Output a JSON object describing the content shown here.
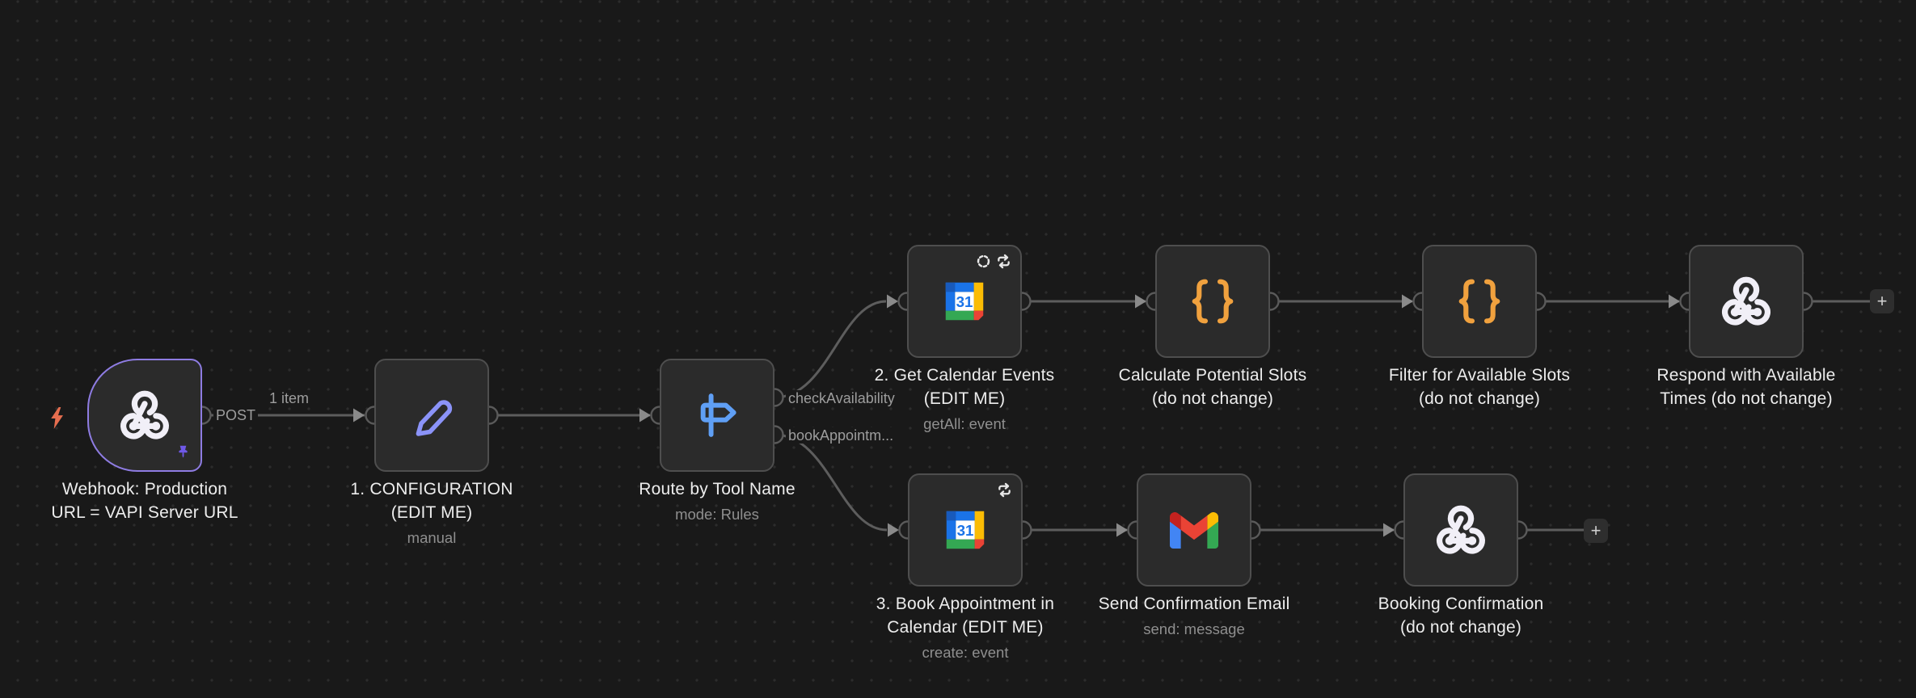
{
  "workflow": {
    "canvas": {
      "background": "#191919",
      "grid_dot_color": "#2c2c2c",
      "wire_color": "#5d5d5d"
    },
    "colors": {
      "node_bg": "#2b2b2b",
      "node_border": "#4e4e4e",
      "selected_border": "#8e7ce2",
      "label": "#ededed",
      "subtitle": "#8f8f8f",
      "edge_label": "#9d9d9d",
      "webhook_icon": "#f1eff7",
      "pencil_icon": "#8b93f8",
      "signpost_icon": "#5f9ff5",
      "code_icon": "#f0a13e",
      "bolt_icon": "#e66e4f",
      "pin_icon": "#6f59e8",
      "gcal_blue": "#1a73e8",
      "gcal_dark_blue": "#185abc",
      "gcal_yellow": "#fbbc04",
      "gcal_green": "#34a853",
      "gcal_red": "#ea4335"
    },
    "nodes": [
      {
        "id": "webhook-trigger",
        "icon": "webhook-icon",
        "selected": true,
        "badges": [
          "pinned-icon",
          "lightning-trigger-icon"
        ],
        "label": "Webhook: Production\nURL = VAPI Server URL",
        "subtitle": "",
        "output_label": "POST"
      },
      {
        "id": "configuration",
        "icon": "pencil-icon",
        "badges": [],
        "label": "1. CONFIGURATION\n(EDIT ME)",
        "subtitle": "manual"
      },
      {
        "id": "route-by-tool-name",
        "icon": "signpost-icon",
        "badges": [],
        "label": "Route by Tool Name",
        "subtitle": "mode: Rules",
        "outputs": [
          "checkAvailability",
          "bookAppointm..."
        ]
      },
      {
        "id": "get-calendar-events",
        "icon": "google-calendar-icon",
        "badges": [
          "always-output-data-icon",
          "retry-on-fail-icon"
        ],
        "label": "2. Get Calendar Events\n(EDIT ME)",
        "subtitle": "getAll: event"
      },
      {
        "id": "calculate-potential-slots",
        "icon": "code-icon",
        "badges": [],
        "label": "Calculate Potential Slots\n(do not change)",
        "subtitle": ""
      },
      {
        "id": "filter-for-available-slots",
        "icon": "code-icon",
        "badges": [],
        "label": "Filter for Available Slots\n(do not change)",
        "subtitle": ""
      },
      {
        "id": "respond-with-available-times",
        "icon": "webhook-icon",
        "badges": [],
        "label": "Respond with Available\nTimes (do not change)",
        "subtitle": ""
      },
      {
        "id": "book-appointment-in-calendar",
        "icon": "google-calendar-icon",
        "badges": [
          "retry-on-fail-icon"
        ],
        "label": "3. Book Appointment in\nCalendar (EDIT ME)",
        "subtitle": "create: event"
      },
      {
        "id": "send-confirmation-email",
        "icon": "gmail-icon",
        "badges": [],
        "label": "Send Confirmation Email",
        "subtitle": "send: message"
      },
      {
        "id": "booking-confirmation",
        "icon": "webhook-icon",
        "badges": [],
        "label": "Booking Confirmation\n(do not change)",
        "subtitle": ""
      }
    ],
    "edge_labels": {
      "items_count": "1 item"
    },
    "calendar_day": "31",
    "add_button_label": "+"
  }
}
